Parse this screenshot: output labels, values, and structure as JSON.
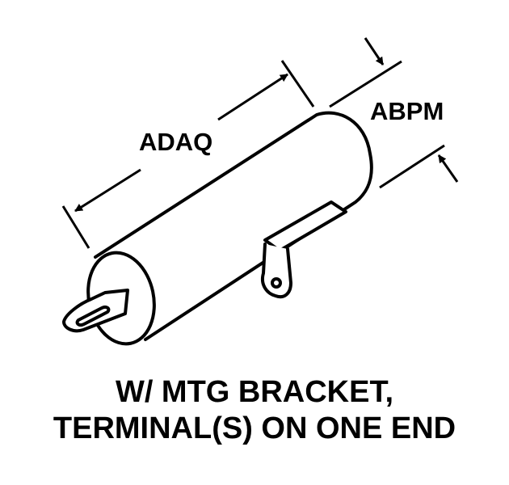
{
  "dimensions": {
    "length_label": "ADAQ",
    "diameter_label": "ABPM"
  },
  "caption": {
    "line1": "W/ MTG BRACKET,",
    "line2": "TERMINAL(S) ON ONE END"
  },
  "colors": {
    "ink": "#000000",
    "paper": "#ffffff"
  }
}
